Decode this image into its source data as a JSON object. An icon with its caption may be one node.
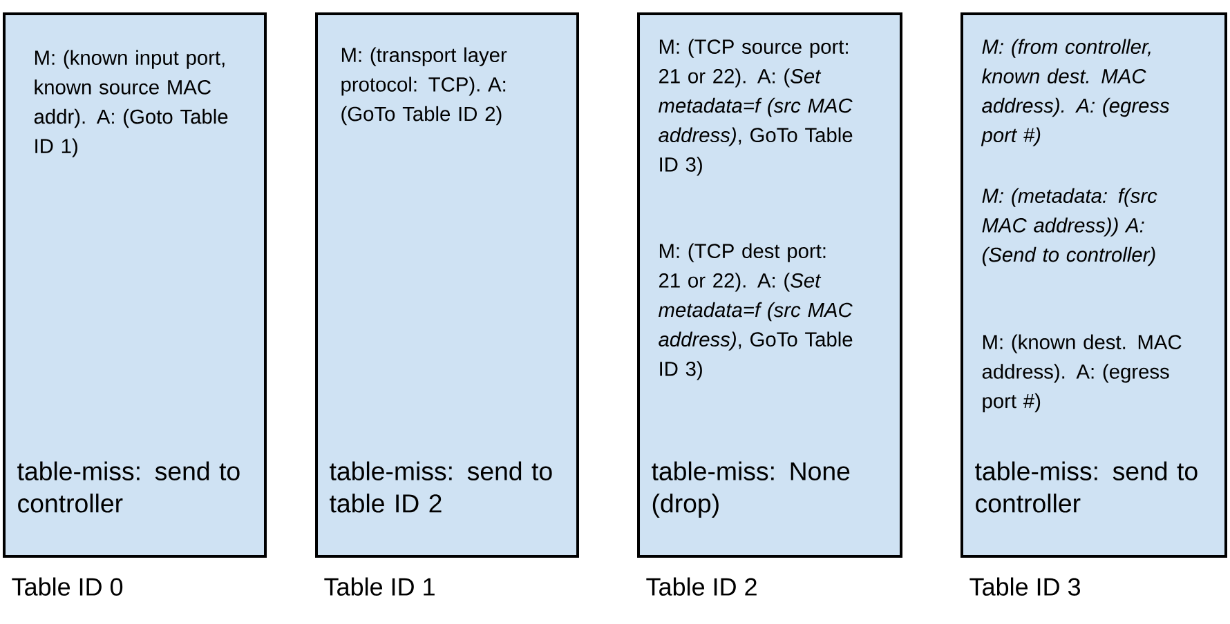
{
  "diagram": {
    "nodes": [
      {
        "text": [
          "M: (known input port, known source MAC addr). A: (Goto Table ID 1)",
          "table-miss: send to controller"
        ],
        "beside": [
          "Table ID 0"
        ]
      },
      {
        "text": [
          "M: (transport layer protocol: TCP). A: (GoTo Table ID 2)",
          "table-miss: send to table ID 2"
        ],
        "beside": [
          "Table ID 1"
        ]
      },
      {
        "text": [
          "M: (TCP source port: 21 or 22). A: (*Set metadata=f (src MAC address)*, GoTo Table ID 3)",
          "M: (TCP dest port: 21 or 22). A: (*Set metadata=f (src MAC address)*, GoTo Table ID 3)",
          "table-miss: None (drop)"
        ],
        "beside": [
          "Table ID 2"
        ]
      },
      {
        "text": [
          "M: (from controller, known dest. MAC address). A: (egress port #)",
          "M: (metadata: f(src MAC address)) A: (Send to controller)",
          "M: (known dest. MAC address). A: (egress port #)",
          "table-miss: send to controller"
        ],
        "beside": [
          "Table ID 3"
        ]
      }
    ]
  }
}
